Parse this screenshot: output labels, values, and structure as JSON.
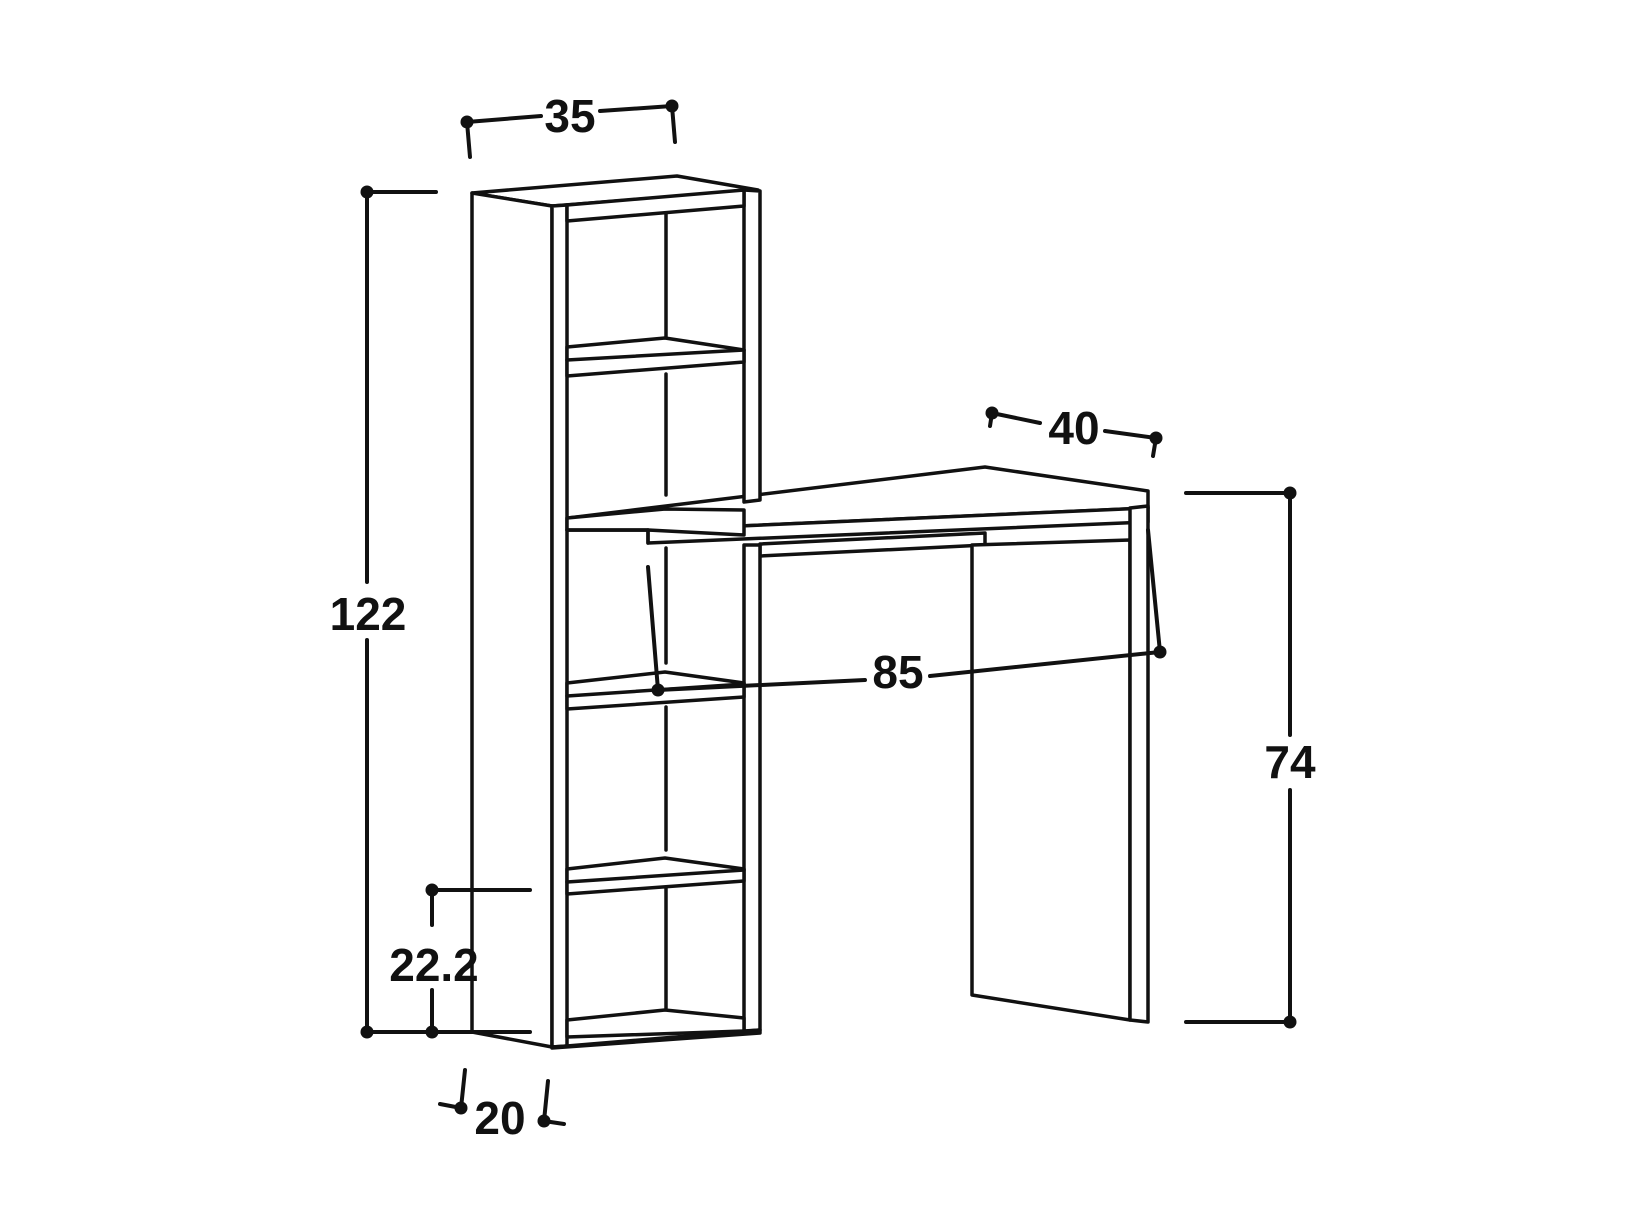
{
  "dimensions": {
    "shelf_width": "35",
    "total_height": "122",
    "desk_depth": "40",
    "desk_width": "85",
    "desk_height": "74",
    "shelf_spacing": "22.2",
    "shelf_depth": "20"
  },
  "colors": {
    "line": "#111111",
    "background": "#ffffff"
  }
}
